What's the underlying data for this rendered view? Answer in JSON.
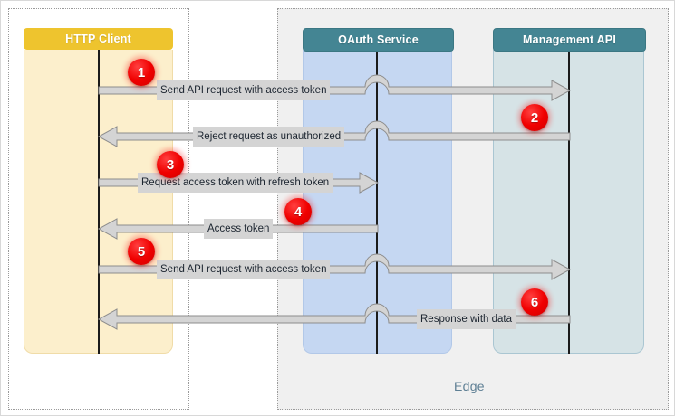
{
  "diagram": {
    "type": "sequence-diagram",
    "title": "",
    "groups": [
      {
        "id": "client-group",
        "label": ""
      },
      {
        "id": "edge-group",
        "label": "Edge"
      }
    ],
    "participants": [
      {
        "id": "client",
        "name": "HTTP Client",
        "header_color": "#eec42e",
        "body_color": "#fcefcc"
      },
      {
        "id": "oauth",
        "name": "OAuth Service",
        "header_color": "#448593",
        "body_color": "#c5d7f2"
      },
      {
        "id": "mgmt",
        "name": "Management API",
        "header_color": "#448593",
        "body_color": "#d6e3e6"
      }
    ],
    "messages": [
      {
        "step": "1",
        "label": "Send API request with access token",
        "from": "client",
        "to": "mgmt",
        "direction": "right"
      },
      {
        "step": "2",
        "label": "Reject request as unauthorized",
        "from": "mgmt",
        "to": "client",
        "direction": "left"
      },
      {
        "step": "3",
        "label": "Request access token with refresh token",
        "from": "client",
        "to": "oauth",
        "direction": "right"
      },
      {
        "step": "4",
        "label": "Access token",
        "from": "oauth",
        "to": "client",
        "direction": "left"
      },
      {
        "step": "5",
        "label": "Send API request with access token",
        "from": "client",
        "to": "mgmt",
        "direction": "right"
      },
      {
        "step": "6",
        "label": "Response with data",
        "from": "mgmt",
        "to": "client",
        "direction": "left"
      }
    ],
    "colors": {
      "badge": "#f00000",
      "arrow_fill": "#d4d4d4",
      "arrow_stroke": "#8d8d8d",
      "edge_background": "#f0f0f0",
      "edge_label": "#5e7f94",
      "lifeline": "#1b1b1b"
    }
  }
}
